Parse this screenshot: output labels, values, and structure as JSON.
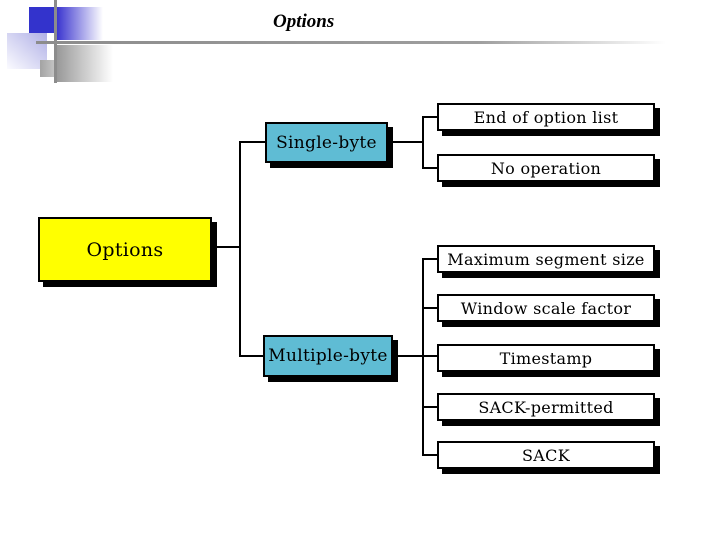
{
  "slide": {
    "title": "Options"
  },
  "diagram": {
    "root": {
      "label": "Options"
    },
    "branches": [
      {
        "label": "Single-byte"
      },
      {
        "label": "Multiple-byte"
      }
    ],
    "single_byte_children": [
      {
        "label": "End of option list"
      },
      {
        "label": "No operation"
      }
    ],
    "multiple_byte_children": [
      {
        "label": "Maximum segment size"
      },
      {
        "label": "Window scale factor"
      },
      {
        "label": "Timestamp"
      },
      {
        "label": "SACK-permitted"
      },
      {
        "label": "SACK"
      }
    ],
    "colors": {
      "root_fill": "#ffff00",
      "branch_fill": "#5fbcd4",
      "leaf_fill": "#ffffff",
      "accent_square": "#3333cc",
      "line": "#000000"
    }
  }
}
